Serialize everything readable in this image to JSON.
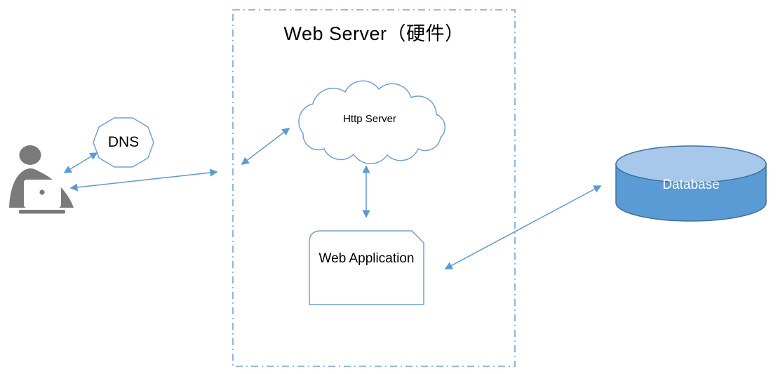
{
  "diagram": {
    "title": "Web Server（硬件）",
    "nodes": {
      "user": {
        "label": "",
        "shape": "person-at-laptop"
      },
      "dns": {
        "label": "DNS",
        "shape": "decagon"
      },
      "http_server": {
        "label": "Http Server",
        "shape": "cloud"
      },
      "web_application": {
        "label": "Web Application",
        "shape": "card"
      },
      "database": {
        "label": "Database",
        "shape": "cylinder"
      }
    },
    "boundary": {
      "title_ref": "Web Server（硬件）",
      "border_style": "dash-dot"
    },
    "edges": [
      {
        "from": "user",
        "to": "dns",
        "bidirectional": true
      },
      {
        "from": "user",
        "to": "web_server_boundary",
        "bidirectional": true
      },
      {
        "from": "web_server_boundary",
        "to": "http_server",
        "bidirectional": true
      },
      {
        "from": "http_server",
        "to": "web_application",
        "bidirectional": true
      },
      {
        "from": "web_application",
        "to": "database",
        "bidirectional": true
      }
    ],
    "colors": {
      "arrow": "#5B9BD5",
      "shape_stroke": "#6FA0DC",
      "boundary_dash": "#74A3DC",
      "database_body": "#5B9BD5",
      "database_top": "#A7C8EA",
      "database_stroke": "#41719C",
      "person": "#7A7A7A",
      "text": "#000000",
      "database_text": "#FFFFFF"
    }
  }
}
